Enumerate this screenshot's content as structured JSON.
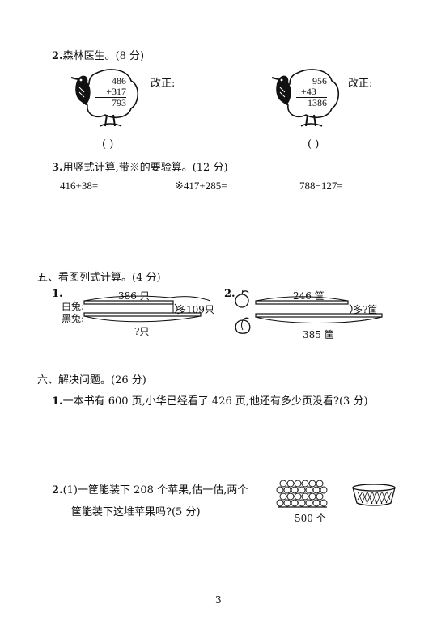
{
  "q2": {
    "num": "2.",
    "title": "森林医生。(8 分)",
    "left": {
      "a": "486",
      "b": "+317",
      "result": "793"
    },
    "right": {
      "a": "956",
      "b": "+43",
      "result": "1386"
    },
    "fix_label": "改正:",
    "paren": "(      )"
  },
  "q3": {
    "num": "3.",
    "title": "用竖式计算,带※的要验算。(12 分)",
    "problems": [
      "416+38=",
      "※417+285=",
      "788−127="
    ]
  },
  "section5": {
    "title": "五、看图列式计算。(4 分)",
    "p1": {
      "num": "1.",
      "top": "386 只",
      "label_white": "白兔:",
      "label_black": "黑兔:",
      "diff": "多109只",
      "bottom": "?只"
    },
    "p2": {
      "num": "2.",
      "top": "246 筐",
      "diff": "多?筐",
      "bottom": "385 筐"
    }
  },
  "section6": {
    "title": "六、解决问题。(26 分)",
    "q1": {
      "num": "1.",
      "text": "一本书有 600 页,小华已经看了 426 页,他还有多少页没看?(3 分)"
    },
    "q2": {
      "num": "2.",
      "line1": "(1)一筐能装下 208 个苹果,估一估,两个",
      "line2": "筐能装下这堆苹果吗?(5 分)",
      "apples_label": "500 个"
    }
  },
  "page_number": "3"
}
